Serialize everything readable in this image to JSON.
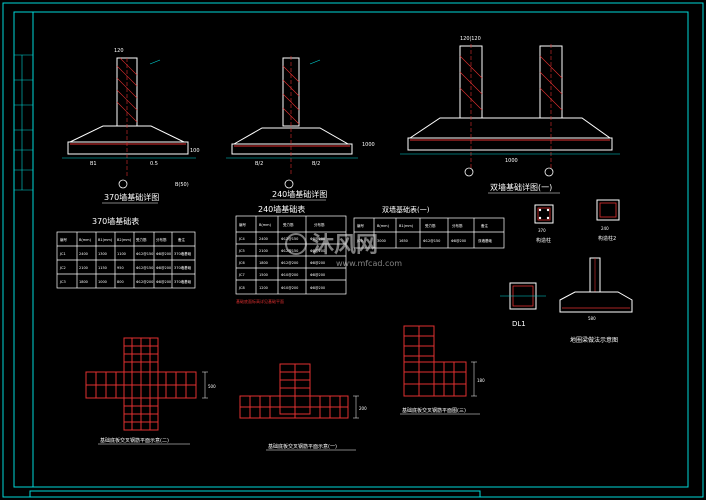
{
  "drawing": {
    "titles": {
      "f370": "370墙基础详图",
      "f240": "240墙基础详图",
      "fdouble": "双墙基础详图(一)",
      "t370": "370墙基础表",
      "t240": "240墙基础表",
      "tdouble": "双墙基础表(一)",
      "gzz": "构造柱",
      "gzz2": "构造柱2",
      "dl": "DL1",
      "dlnote": "地圈梁做法示意图",
      "plan1": "基础底板交叉钢筋平面示意(二)",
      "plan2": "基础底板交叉钢筋平面示意(一)",
      "plan3": "基础底板交叉钢筋平面图(三)"
    },
    "dims": {
      "d120": "120",
      "d120120": "120|120",
      "d100": "100",
      "d1000": "1000",
      "b1": "B1",
      "b2": "B/2",
      "b05": "0.5",
      "bg": "B(50)",
      "gzzdim": "370",
      "gzzdim2": "240",
      "d580": "580",
      "d180": "180",
      "d500": "500",
      "d200": "200"
    },
    "tables": {
      "t370": {
        "headers": [
          "编号",
          "B(mm)",
          "B1(mm)",
          "B2(mm)",
          "受力筋",
          "分布筋",
          "备注"
        ],
        "rows": [
          [
            "JC1",
            "2400",
            "1300",
            "1100",
            "Φ12@150",
            "Φ8@200",
            "370墙基础"
          ],
          [
            "JC2",
            "2100",
            "1150",
            "950",
            "Φ12@150",
            "Φ8@200",
            "370墙基础"
          ],
          [
            "JC3",
            "1800",
            "1000",
            "800",
            "Φ12@200",
            "Φ8@200",
            "370墙基础"
          ]
        ]
      },
      "t240": {
        "headers": [
          "编号",
          "B(mm)",
          "受力筋",
          "分布筋"
        ],
        "rows": [
          [
            "JC4",
            "2400",
            "Φ12@150",
            "Φ8@200"
          ],
          [
            "JC5",
            "2100",
            "Φ12@150",
            "Φ8@200"
          ],
          [
            "JC6",
            "1800",
            "Φ12@200",
            "Φ8@200"
          ],
          [
            "JC7",
            "1500",
            "Φ10@200",
            "Φ8@200"
          ],
          [
            "JC8",
            "1200",
            "Φ10@200",
            "Φ8@200"
          ]
        ],
        "note": "基础底面标高详见基础平面"
      },
      "tdouble": {
        "headers": [
          "编号",
          "B(mm)",
          "B1(mm)",
          "受力筋",
          "分布筋",
          "备注"
        ],
        "rows": [
          [
            "JC9",
            "3000",
            "1650",
            "Φ12@150",
            "Φ8@200",
            "双墙基础"
          ]
        ]
      }
    },
    "watermark": {
      "cn": "沐风网",
      "url": "www.mfcad.com"
    }
  }
}
